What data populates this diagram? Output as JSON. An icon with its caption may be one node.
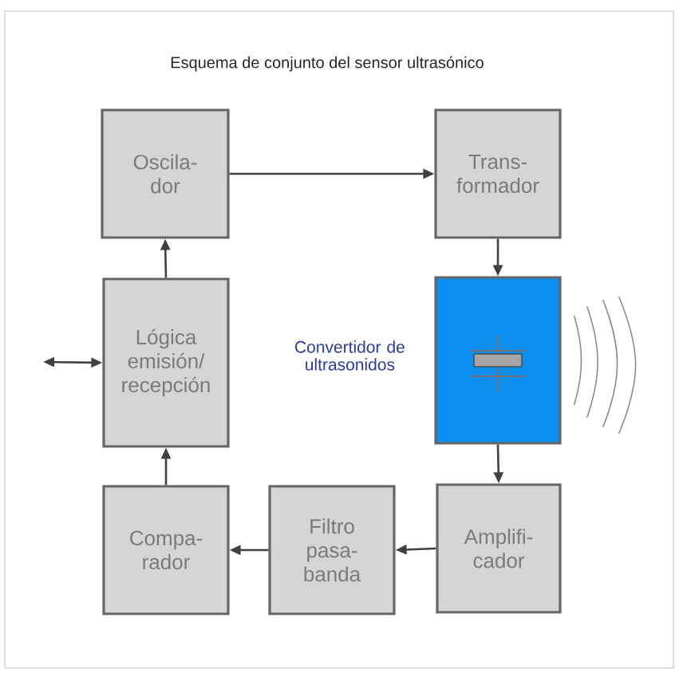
{
  "diagram": {
    "title": "Esquema de conjunto del sensor ultrasónico",
    "nodes": [
      {
        "text": [
          "Oscila- dor"
        ]
      },
      {
        "text": [
          "Trans- formador"
        ]
      },
      {
        "text": [
          "Lógica emisión/ recepción"
        ]
      },
      {
        "text": [],
        "shape": "box",
        "beside": [
          "Convertidor de ultrasonidos"
        ]
      },
      {
        "text": [
          "Compa- rador"
        ]
      },
      {
        "text": [
          "Filtro pasa- banda"
        ]
      },
      {
        "text": [
          "Amplifi- cador"
        ]
      }
    ],
    "edges": [
      {
        "from": 0,
        "to": 1,
        "arrow": "to"
      },
      {
        "from": 1,
        "to": 3,
        "arrow": "to"
      },
      {
        "from": 3,
        "to": 6,
        "arrow": "to"
      },
      {
        "from": 6,
        "to": 5,
        "arrow": "to"
      },
      {
        "from": 5,
        "to": 4,
        "arrow": "to"
      },
      {
        "from": 4,
        "to": 2,
        "arrow": "to"
      },
      {
        "from": 2,
        "to": 0,
        "arrow": "to"
      },
      {
        "from": null,
        "to": 2,
        "arrow": "both"
      }
    ]
  }
}
